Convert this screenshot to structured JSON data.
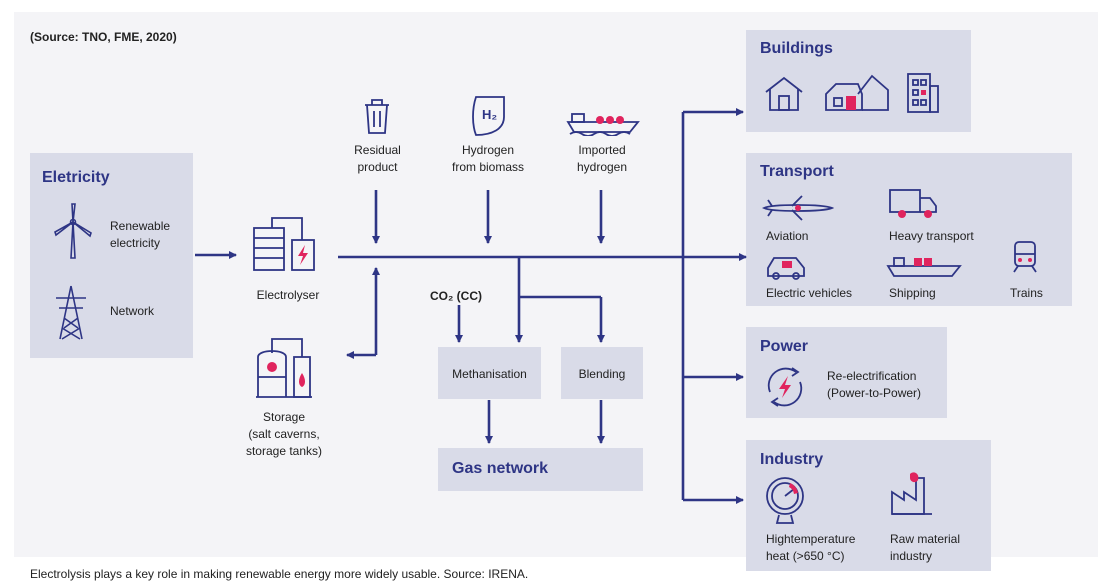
{
  "source": "(Source: TNO, FME, 2020)",
  "caption": "Electrolysis plays a key role in making renewable energy more widely usable. Source: IRENA.",
  "colors": {
    "navy": "#2e3585",
    "panel": "#d9dbe8",
    "accent": "#e0245e",
    "bg": "#f4f4f7"
  },
  "electricity": {
    "title": "Eletricity",
    "renewable": "Renewable\nelectricity",
    "network": "Network"
  },
  "electrolyser": "Electrolyser",
  "inputs": {
    "residual": "Residual\nproduct",
    "biomass": "Hydrogen\nfrom biomass",
    "imported": "Imported\nhydrogen",
    "h2_symbol": "H₂"
  },
  "storage": "Storage\n(salt caverns,\nstorage tanks)",
  "co2": "CO₂ (CC)",
  "methanisation": "Methanisation",
  "blending": "Blending",
  "gas_network": "Gas network",
  "buildings": {
    "title": "Buildings"
  },
  "transport": {
    "title": "Transport",
    "aviation": "Aviation",
    "heavy": "Heavy transport",
    "ev": "Electric vehicles",
    "shipping": "Shipping",
    "trains": "Trains"
  },
  "power": {
    "title": "Power",
    "label": "Re-electrification\n(Power-to-Power)"
  },
  "industry": {
    "title": "Industry",
    "heat": "Hightemperature\nheat (>650 °C)",
    "raw": "Raw material\nindustry"
  }
}
